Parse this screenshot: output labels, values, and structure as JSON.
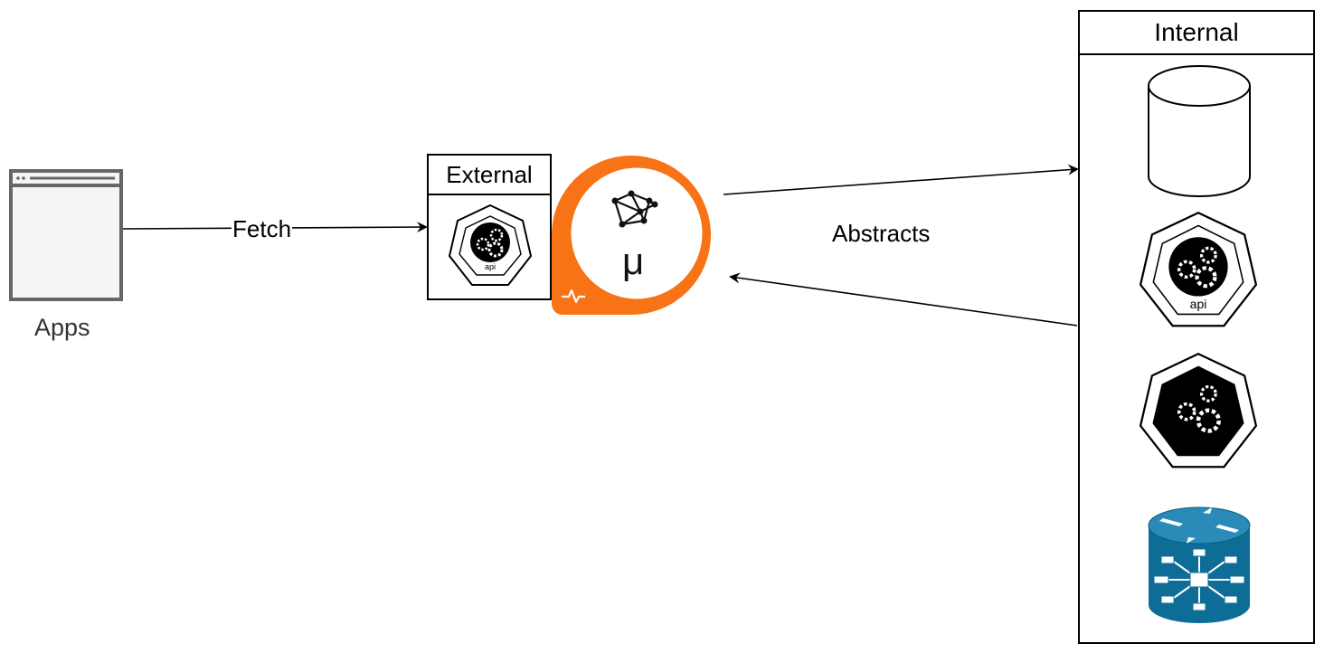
{
  "apps": {
    "label": "Apps",
    "icon": "browser-window-icon"
  },
  "edges": {
    "fetch": {
      "label": "Fetch"
    },
    "abstracts": {
      "label": "Abstracts"
    }
  },
  "external": {
    "title": "External",
    "items": [
      {
        "icon": "kubernetes-api-icon",
        "label": "api"
      }
    ]
  },
  "gateway": {
    "icon": "graphql-mesh-icon",
    "symbol": "μ",
    "badge_icon": "heartbeat-icon"
  },
  "internal": {
    "title": "Internal",
    "items": [
      {
        "icon": "database-cylinder-icon"
      },
      {
        "icon": "kubernetes-api-icon",
        "label": "api"
      },
      {
        "icon": "kubernetes-node-icon"
      },
      {
        "icon": "network-router-icon"
      }
    ]
  },
  "colors": {
    "gateway_ring": "#f87216",
    "router_blue": "#0e6d97",
    "app_gray": "#666666",
    "line": "#000000"
  }
}
